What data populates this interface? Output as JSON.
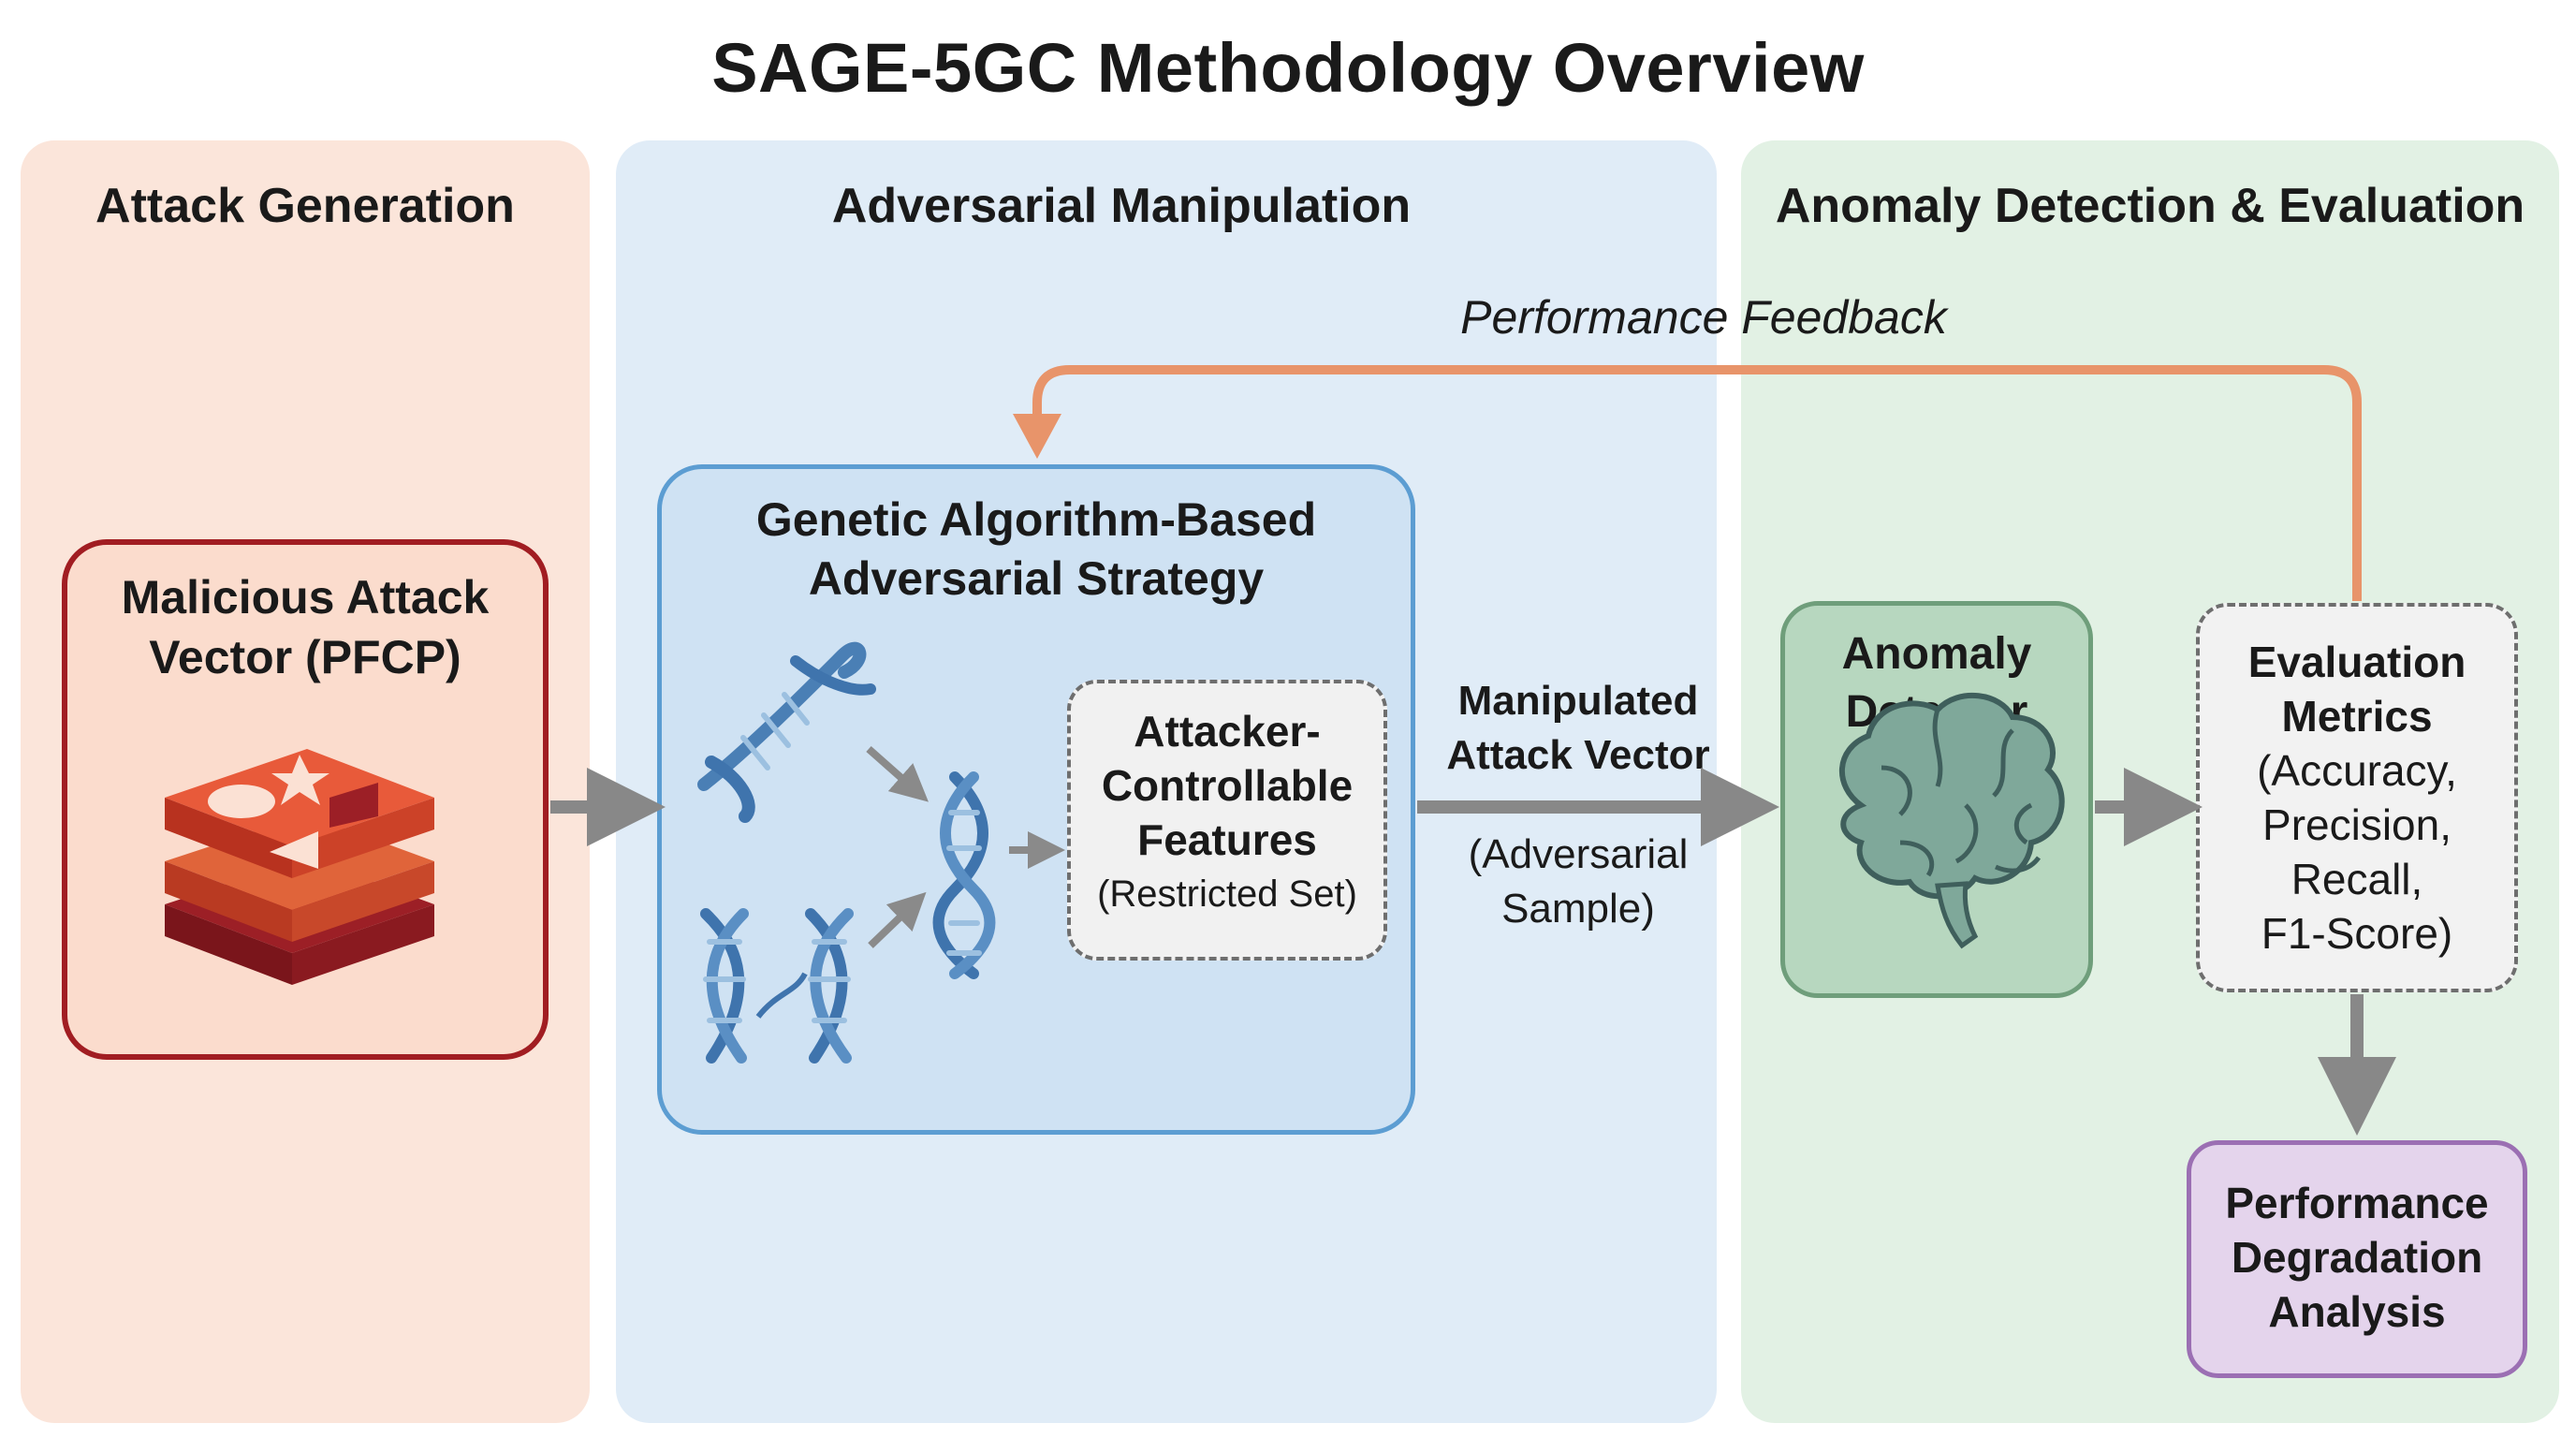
{
  "title": "SAGE-5GC Methodology Overview",
  "panels": {
    "attack_generation": "Attack Generation",
    "adversarial_manipulation": "Adversarial Manipulation",
    "anomaly_detection": "Anomaly Detection & Evaluation"
  },
  "feedback_label": "Performance Feedback",
  "nodes": {
    "malicious": [
      "Malicious Attack",
      "Vector (PFCP)"
    ],
    "genetic": [
      "Genetic Algorithm-Based",
      "Adversarial Strategy"
    ],
    "features": [
      "Attacker-",
      "Controllable",
      "Features",
      "(Restricted Set)"
    ],
    "manipulated": [
      "Manipulated",
      "Attack Vector",
      "(Adversarial",
      "Sample)"
    ],
    "detector": [
      "Anomaly",
      "Detector"
    ],
    "metrics": [
      "Evaluation",
      "Metrics",
      "(Accuracy,",
      "Precision,",
      "Recall,",
      "F1-Score)"
    ],
    "degradation": [
      "Performance",
      "Degradation",
      "Analysis"
    ]
  },
  "icons": [
    "layers-shapes-icon",
    "dna-helix-icon",
    "brain-icon",
    "arrow-icon"
  ],
  "colors": {
    "attack_panel": "#fbe5da",
    "adversarial_panel": "#e0ecf7",
    "evaluation_panel": "#e2f1e4",
    "malicious_border": "#a11d22",
    "genetic_border": "#5c9dd2",
    "detector_border": "#6f9e7b",
    "degradation_border": "#9b6fb3",
    "feedback_arrow": "#e8946a",
    "flow_arrow": "#888888"
  }
}
